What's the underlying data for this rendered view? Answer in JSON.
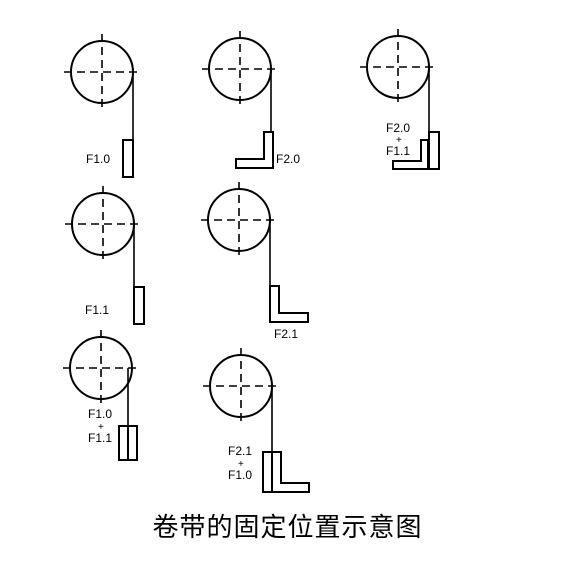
{
  "caption": "卷带的固定位置示意图",
  "panels": [
    {
      "id": "f10",
      "label_lines": [
        "F1.0"
      ]
    },
    {
      "id": "f20",
      "label_lines": [
        "F2.0"
      ]
    },
    {
      "id": "f20_f11",
      "label_lines": [
        "F2.0",
        "+",
        "F1.1"
      ]
    },
    {
      "id": "f11",
      "label_lines": [
        "F1.1"
      ]
    },
    {
      "id": "f21",
      "label_lines": [
        "F2.1"
      ]
    },
    {
      "id": "f10_f11",
      "label_lines": [
        "F1.0",
        "+",
        "F1.1"
      ]
    },
    {
      "id": "f21_f10",
      "label_lines": [
        "F2.1",
        "+",
        "F1.0"
      ]
    }
  ]
}
